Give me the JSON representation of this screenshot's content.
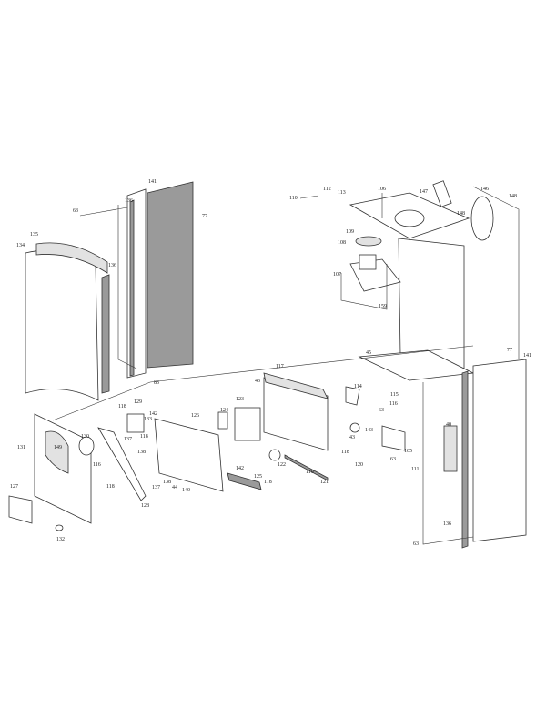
{
  "diagram": {
    "type": "exploded parts diagram",
    "labels": [
      "141",
      "136",
      "63",
      "77",
      "135",
      "134",
      "136",
      "83",
      "110",
      "112",
      "113",
      "106",
      "147",
      "146",
      "148",
      "148",
      "109",
      "108",
      "107",
      "159",
      "45",
      "77",
      "141",
      "117",
      "43",
      "114",
      "115",
      "116",
      "63",
      "143",
      "43",
      "118",
      "105",
      "63",
      "40",
      "122",
      "119",
      "121",
      "120",
      "111",
      "136",
      "63",
      "129",
      "118",
      "142",
      "133",
      "126",
      "124",
      "123",
      "130",
      "149",
      "131",
      "137",
      "118",
      "138",
      "116",
      "118",
      "142",
      "125",
      "118",
      "137",
      "138",
      "44",
      "140",
      "128",
      "127",
      "132"
    ]
  }
}
